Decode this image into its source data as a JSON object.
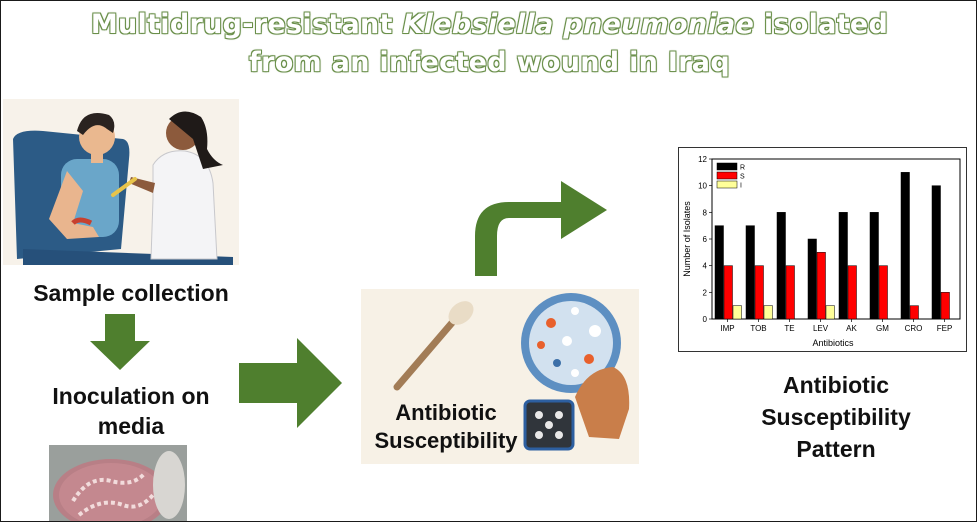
{
  "title": {
    "line1_pre": "Multidrug-resistant ",
    "line1_italic": "Klebsiella pneumoniae",
    "line1_post": " isolated",
    "line2": "from an infected wound in Iraq"
  },
  "steps": {
    "sample_collection": "Sample collection",
    "inoculation_line1": "Inoculation on",
    "inoculation_line2": "media",
    "ast_line1": "Antibiotic",
    "ast_line2": "Susceptibility",
    "pattern_line1": "Antibiotic",
    "pattern_line2": "Susceptibility",
    "pattern_line3": "Pattern"
  },
  "colors": {
    "arrow": "#4f7f2e",
    "resistant": "#000000",
    "sensitive": "#ff0000",
    "intermediate": "#ffff99"
  },
  "chart_data": {
    "type": "bar",
    "categories": [
      "IMP",
      "TOB",
      "TE",
      "LEV",
      "AK",
      "GM",
      "CRO",
      "FEP"
    ],
    "series": [
      {
        "name": "R",
        "values": [
          7,
          7,
          8,
          6,
          8,
          8,
          11,
          10
        ],
        "color": "#000000"
      },
      {
        "name": "S",
        "values": [
          4,
          4,
          4,
          5,
          4,
          4,
          1,
          2
        ],
        "color": "#ff0000"
      },
      {
        "name": "I",
        "values": [
          1,
          1,
          0,
          1,
          0,
          0,
          0,
          0
        ],
        "color": "#ffff99"
      }
    ],
    "xlabel": "Antibiotics",
    "ylabel": "Number of Isolates",
    "ylim": [
      0,
      12
    ],
    "yticks": [
      0,
      2,
      4,
      6,
      8,
      10,
      12
    ],
    "legend": "top-left",
    "grid": false
  }
}
